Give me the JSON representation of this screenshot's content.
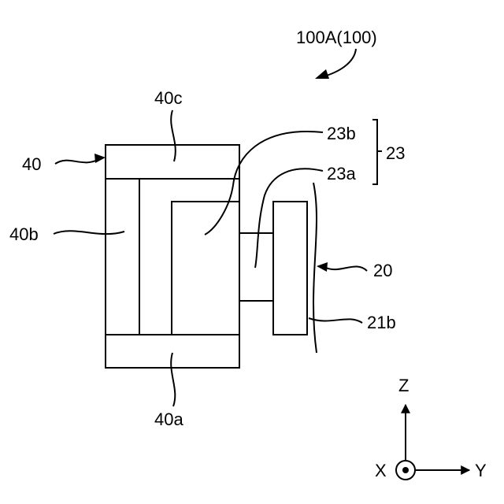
{
  "figure": {
    "device_label": "100A(100)",
    "labels": {
      "component_40": "40",
      "part_40a": "40a",
      "part_40b": "40b",
      "part_40c": "40c",
      "component_20": "20",
      "part_21b": "21b",
      "group_23": "23",
      "part_23a": "23a",
      "part_23b": "23b"
    },
    "axes": {
      "z_label": "Z",
      "y_label": "Y",
      "x_label": "X"
    }
  },
  "colors": {
    "stroke": "#000000",
    "background": "#ffffff"
  }
}
